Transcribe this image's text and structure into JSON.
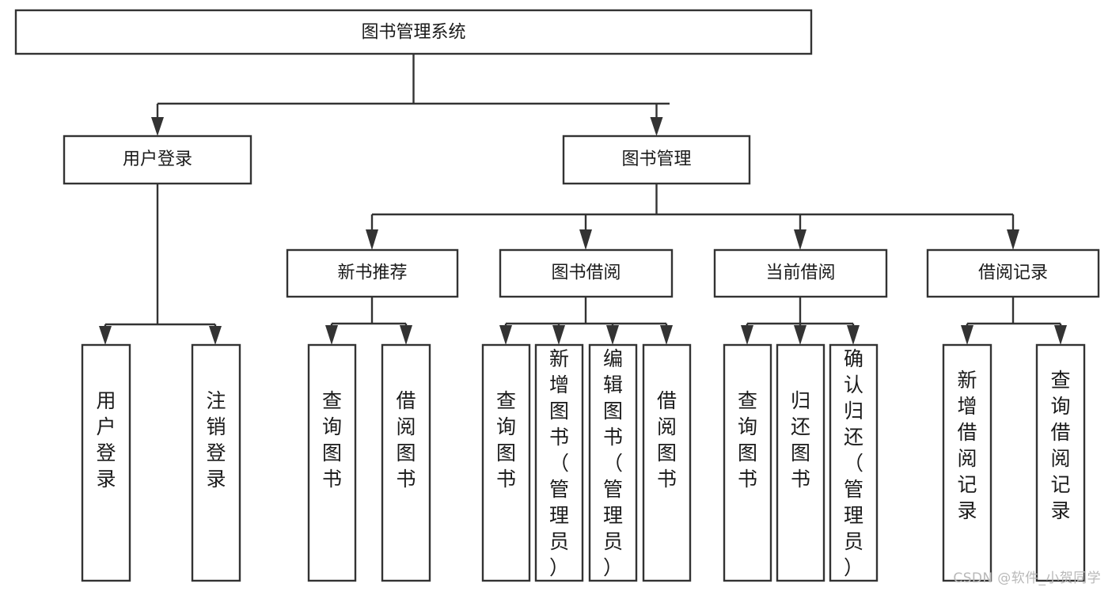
{
  "diagram": {
    "title_node": {
      "label": "图书管理系统"
    },
    "level2": [
      {
        "id": "user-login",
        "label": "用户登录"
      },
      {
        "id": "book-management",
        "label": "图书管理"
      }
    ],
    "level3": [
      {
        "id": "new-book-recommend",
        "label": "新书推荐"
      },
      {
        "id": "book-borrow",
        "label": "图书借阅"
      },
      {
        "id": "current-borrow",
        "label": "当前借阅"
      },
      {
        "id": "borrow-record",
        "label": "借阅记录"
      }
    ],
    "leaves": {
      "user_login": [
        {
          "id": "leaf-user-login",
          "label": "用户登录"
        },
        {
          "id": "leaf-logout-login",
          "label": "注销登录"
        }
      ],
      "new_book_recommend": [
        {
          "id": "leaf-query-book-1",
          "label": "查询图书"
        },
        {
          "id": "leaf-borrow-book-1",
          "label": "借阅图书"
        }
      ],
      "book_borrow": [
        {
          "id": "leaf-query-book-2",
          "label": "查询图书"
        },
        {
          "id": "leaf-add-book",
          "label": "新增图书（管理员）"
        },
        {
          "id": "leaf-edit-book",
          "label": "编辑图书（管理员）"
        },
        {
          "id": "leaf-borrow-book-2",
          "label": "借阅图书"
        }
      ],
      "current_borrow": [
        {
          "id": "leaf-query-book-3",
          "label": "查询图书"
        },
        {
          "id": "leaf-return-book",
          "label": "归还图书"
        },
        {
          "id": "leaf-confirm-return",
          "label": "确认归还（管理员）"
        }
      ],
      "borrow_record": [
        {
          "id": "leaf-add-borrow-record",
          "label": "新增借阅记录"
        },
        {
          "id": "leaf-query-borrow-record",
          "label": "查询借阅记录"
        }
      ]
    },
    "colors": {
      "stroke": "#333333",
      "fill": "#ffffff",
      "text": "#1a1a1a",
      "watermark": "#b9b9b9"
    }
  },
  "watermark": {
    "text": "CSDN @软件_小贺同学"
  }
}
